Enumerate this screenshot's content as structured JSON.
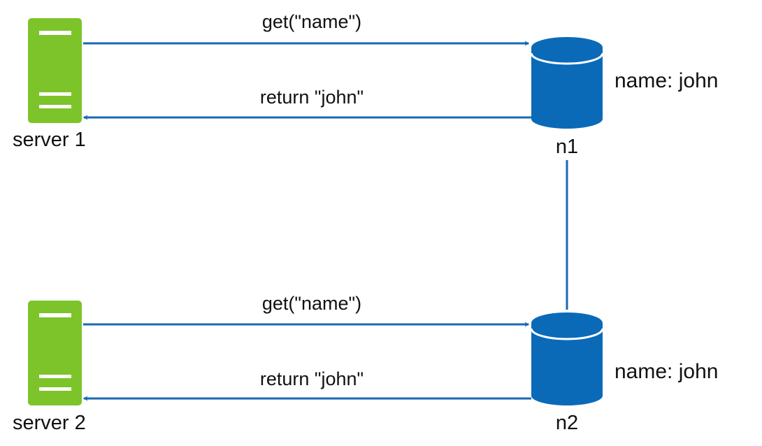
{
  "colors": {
    "server": "#7cc42a",
    "server_stripe": "#ffffff",
    "db": "#0a6ab8",
    "db_top": "#0a6ab8",
    "db_rim": "#ffffff",
    "arrow": "#1769b4",
    "text": "#111111"
  },
  "servers": [
    {
      "icon": "server-icon",
      "label": "server 1"
    },
    {
      "icon": "server-icon",
      "label": "server 2"
    }
  ],
  "nodes": [
    {
      "icon": "database-icon",
      "label": "n1",
      "value": "name: john"
    },
    {
      "icon": "database-icon",
      "label": "n2",
      "value": "name: john"
    }
  ],
  "edges": [
    {
      "from": "server 1",
      "to": "n1",
      "label": "get(\"name\")"
    },
    {
      "from": "n1",
      "to": "server 1",
      "label": "return \"john\""
    },
    {
      "from": "server 2",
      "to": "n2",
      "label": "get(\"name\")"
    },
    {
      "from": "n2",
      "to": "server 2",
      "label": "return \"john\""
    },
    {
      "from": "n1",
      "to": "n2",
      "label": ""
    }
  ]
}
